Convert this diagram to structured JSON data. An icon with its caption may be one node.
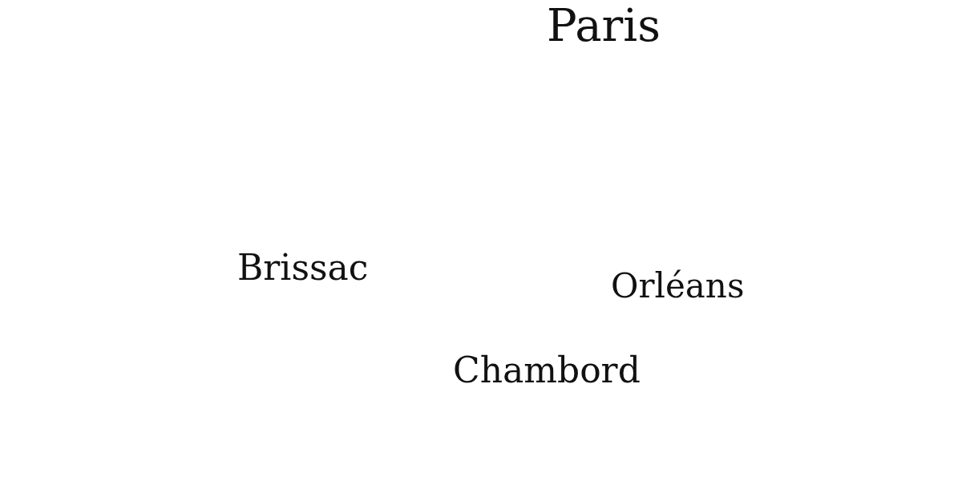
{
  "diagram": {
    "labels": [
      "Paris",
      "Brissac",
      "Orléans",
      "Chambord"
    ]
  }
}
